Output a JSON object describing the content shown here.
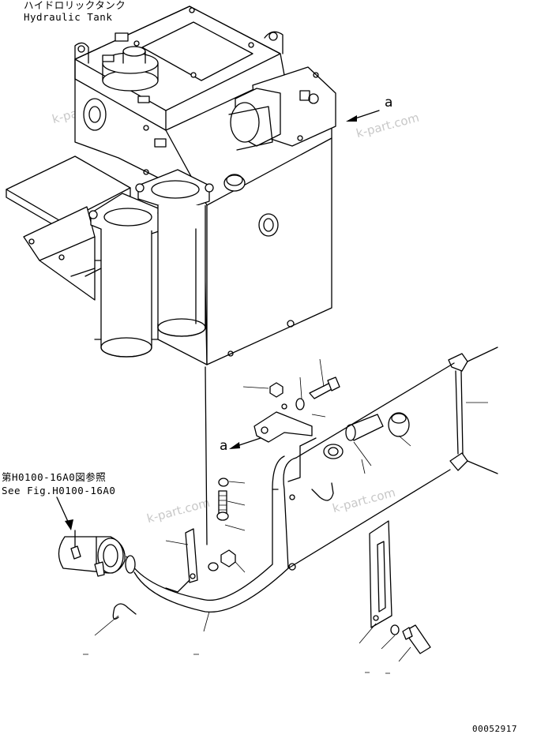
{
  "title": {
    "jp": "ハイドロリックタンク",
    "en": "Hydraulic Tank"
  },
  "reference": {
    "jp": "第H0100-16A0図参照",
    "en": "See Fig.H0100-16A0"
  },
  "view_markers": {
    "a_top": "a",
    "a_mid": "a"
  },
  "watermarks": [
    "k-part.com",
    "k-part.com",
    "k-part.com",
    "k-part.com"
  ],
  "drawing_number": "00052917"
}
